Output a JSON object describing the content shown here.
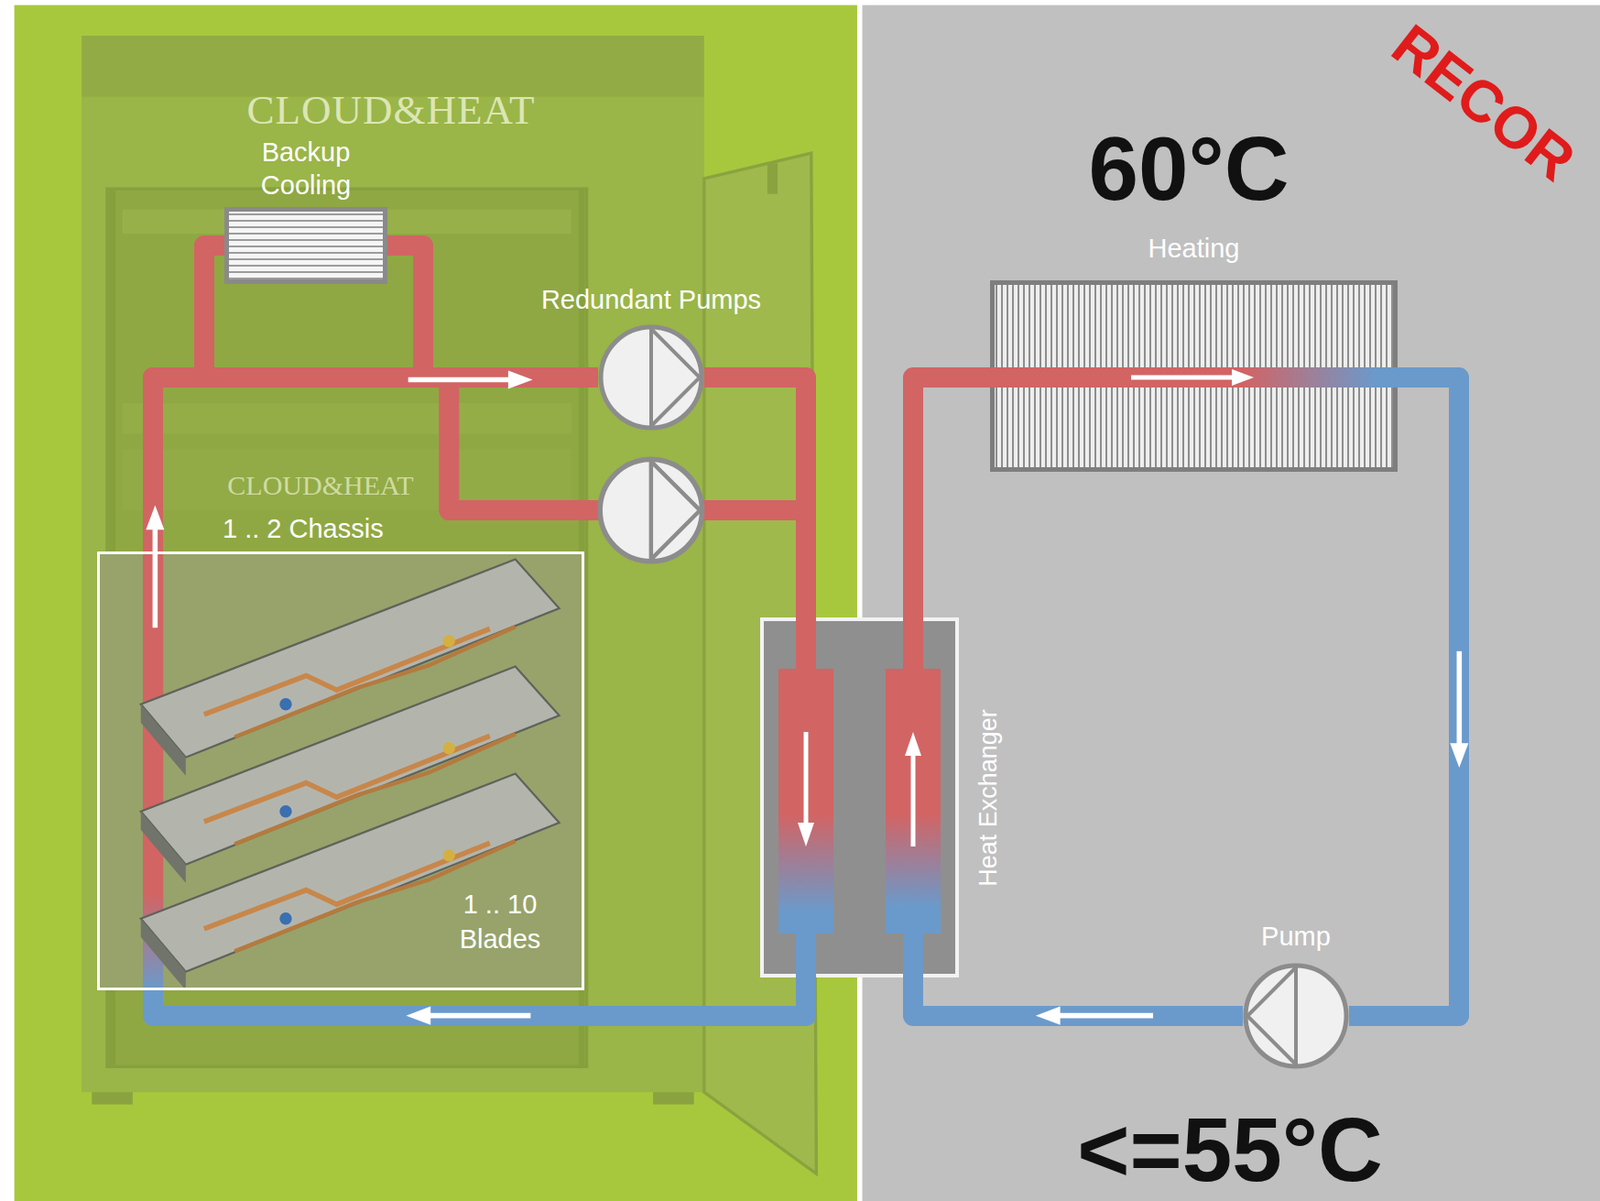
{
  "diagram": {
    "nodes": [
      {
        "text": [
          "Backup Cooling"
        ]
      },
      {
        "text": [
          "Redundant Pumps"
        ]
      },
      {
        "text": [
          "1 .. 2 Chassis"
        ]
      },
      {
        "text": [
          "Heat Exchanger"
        ]
      },
      {
        "text": [
          "Heating"
        ]
      },
      {
        "text": [
          "Pump"
        ]
      }
    ],
    "edges": [
      {
        "from": 2,
        "to": 0,
        "arrow": "none"
      },
      {
        "from": 0,
        "to": 1,
        "arrow": "none"
      },
      {
        "from": 2,
        "to": 1,
        "arrow": "none"
      },
      {
        "from": 1,
        "to": 3,
        "arrow": "none"
      },
      {
        "from": 3,
        "to": 2,
        "arrow": "none"
      },
      {
        "from": 3,
        "to": 4,
        "arrow": "none"
      },
      {
        "from": 4,
        "to": 5,
        "arrow": "none"
      },
      {
        "from": 5,
        "to": 3,
        "arrow": "none"
      }
    ],
    "labels": [
      "CLOUD&HEAT",
      "60°C",
      "RECOR",
      "CLOUD&HEAT",
      "1 .. 10 Blades",
      "<=55°C"
    ]
  }
}
